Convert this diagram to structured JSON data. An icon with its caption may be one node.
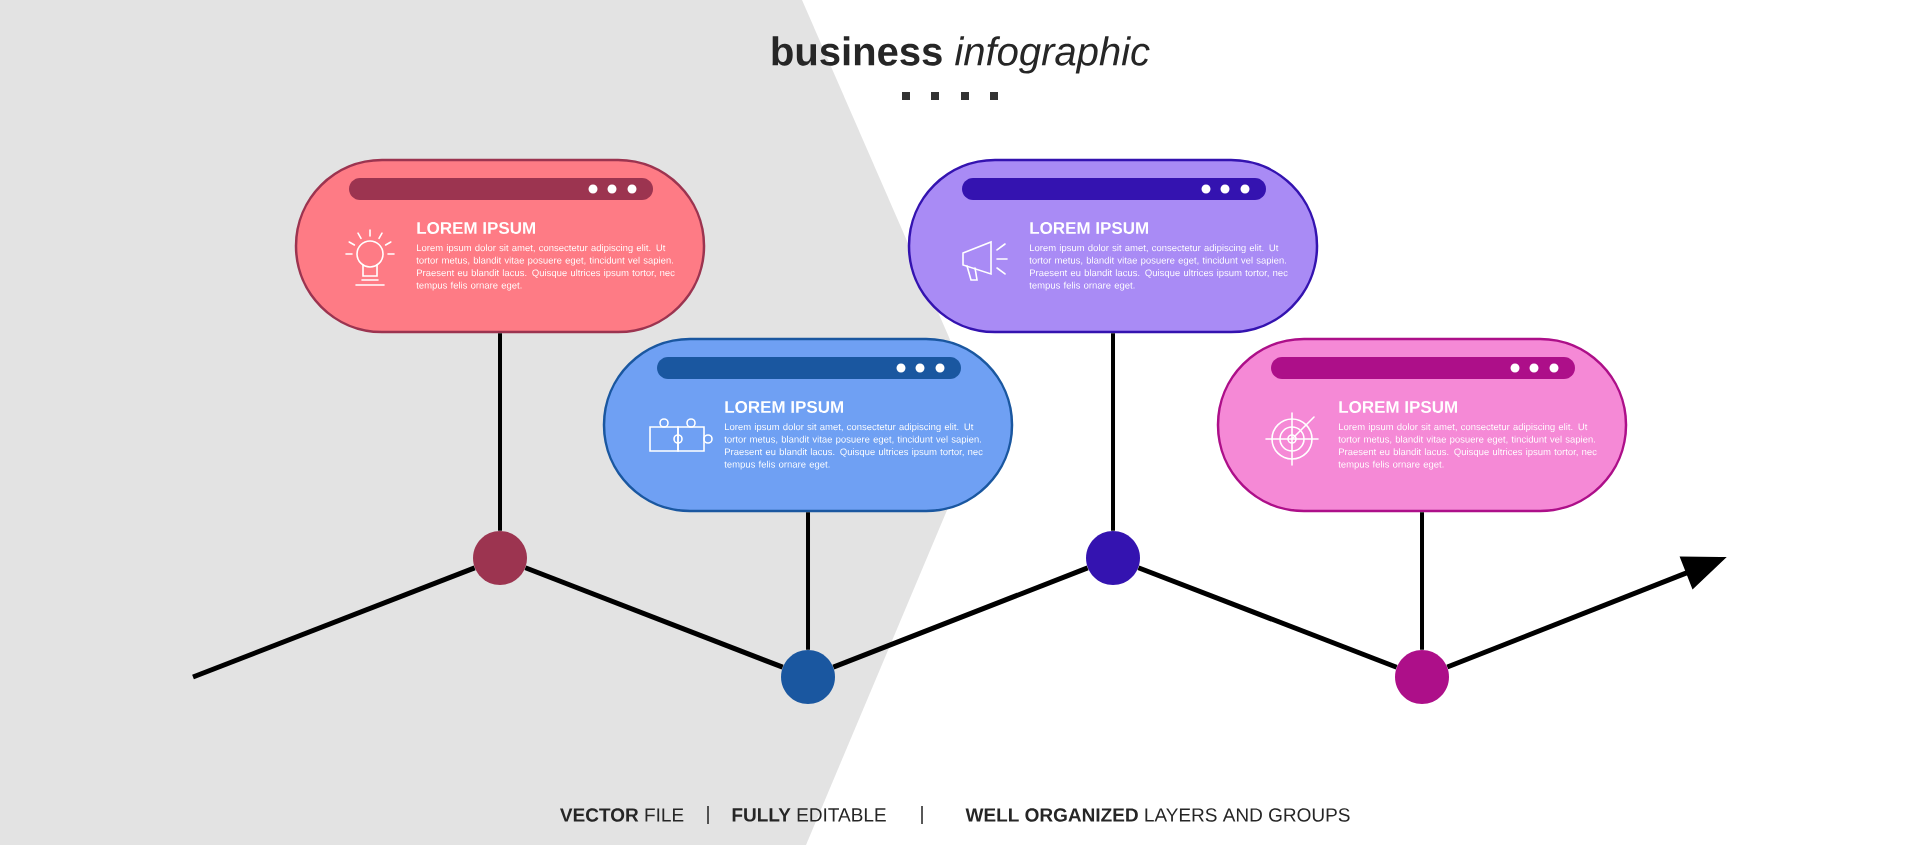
{
  "diagram": {
    "title": "**business** *infographic*",
    "nodes": [
      {
        "text": [
          "LOREM IPSUM",
          "Lorem ipsum dolor sit amet, consectetur adipiscing elit. Ut tortor metus, blandit vitae posuere eget, tincidunt vel sapien. Praesent eu blandit lacus. Quisque ultrices ipsum tortor, nec tempus felis ornare eget."
        ]
      },
      {
        "text": [
          "LOREM IPSUM",
          "Lorem ipsum dolor sit amet, consectetur adipiscing elit. Ut tortor metus, blandit vitae posuere eget, tincidunt vel sapien. Praesent eu blandit lacus. Quisque ultrices ipsum tortor, nec tempus felis ornare eget."
        ]
      },
      {
        "text": [
          "LOREM IPSUM",
          "Lorem ipsum dolor sit amet, consectetur adipiscing elit. Ut tortor metus, blandit vitae posuere eget, tincidunt vel sapien. Praesent eu blandit lacus. Quisque ultrices ipsum tortor, nec tempus felis ornare eget."
        ]
      },
      {
        "text": [
          "LOREM IPSUM",
          "Lorem ipsum dolor sit amet, consectetur adipiscing elit. Ut tortor metus, blandit vitae posuere eget, tincidunt vel sapien. Praesent eu blandit lacus. Quisque ultrices ipsum tortor, nec tempus felis ornare eget."
        ]
      },
      {
        "text": [],
        "shape": "circle"
      },
      {
        "text": [],
        "shape": "circle"
      },
      {
        "text": [],
        "shape": "circle"
      },
      {
        "text": [],
        "shape": "circle"
      }
    ],
    "edges": [
      {
        "from": 0,
        "to": 4,
        "arrow": "none"
      },
      {
        "from": 1,
        "to": 5,
        "arrow": "none"
      },
      {
        "from": 2,
        "to": 6,
        "arrow": "none"
      },
      {
        "from": 3,
        "to": 7,
        "arrow": "none"
      },
      {
        "from": null,
        "to": 4,
        "arrow": "none"
      },
      {
        "from": 4,
        "to": 5,
        "arrow": "none"
      },
      {
        "from": 5,
        "to": 6,
        "arrow": "none"
      },
      {
        "from": 6,
        "to": 7,
        "arrow": "none"
      },
      {
        "from": 7,
        "to": null,
        "arrow": "to"
      }
    ],
    "labels": [
      "**VECTOR** FILE",
      "|",
      "**FULLY** EDITABLE",
      "|",
      "**WELL ORGANIZED** LAYERS AND GROUPS"
    ]
  }
}
